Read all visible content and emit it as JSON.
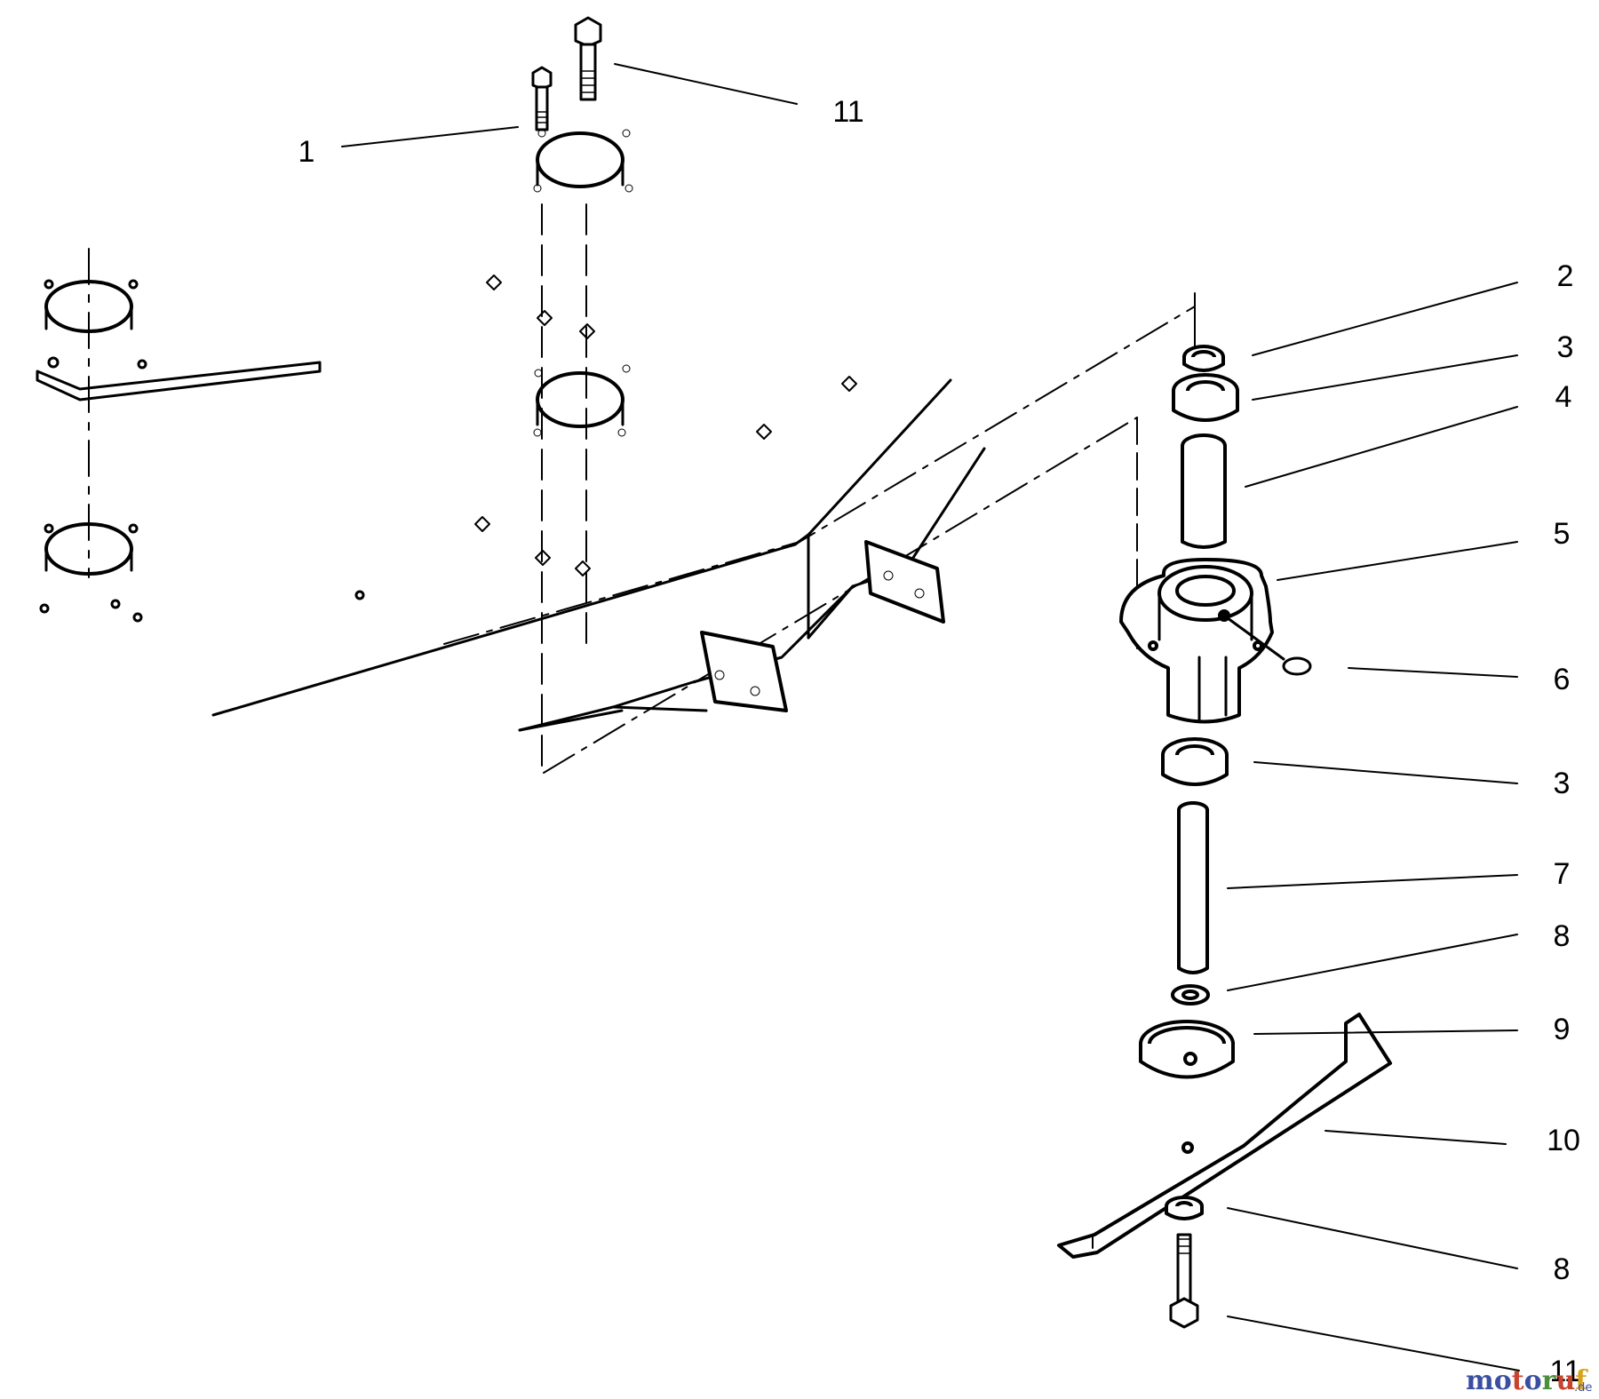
{
  "callouts": [
    {
      "id": "c1",
      "label": "1"
    },
    {
      "id": "c11a",
      "label": "11"
    },
    {
      "id": "c2",
      "label": "2"
    },
    {
      "id": "c3a",
      "label": "3"
    },
    {
      "id": "c4",
      "label": "4"
    },
    {
      "id": "c5",
      "label": "5"
    },
    {
      "id": "c6",
      "label": "6"
    },
    {
      "id": "c3b",
      "label": "3"
    },
    {
      "id": "c7",
      "label": "7"
    },
    {
      "id": "c8a",
      "label": "8"
    },
    {
      "id": "c9",
      "label": "9"
    },
    {
      "id": "c10",
      "label": "10"
    },
    {
      "id": "c8b",
      "label": "8"
    },
    {
      "id": "c11b",
      "label": "11"
    }
  ],
  "watermark": {
    "parts": [
      "m",
      "o",
      "t",
      "o",
      "r",
      "u",
      "f"
    ],
    "colors": [
      "#3b4fa0",
      "#3b4fa0",
      "#c8442f",
      "#3b4fa0",
      "#4a8f3b",
      "#c8442f",
      "#d9a21b"
    ],
    "suffix": ".de"
  }
}
